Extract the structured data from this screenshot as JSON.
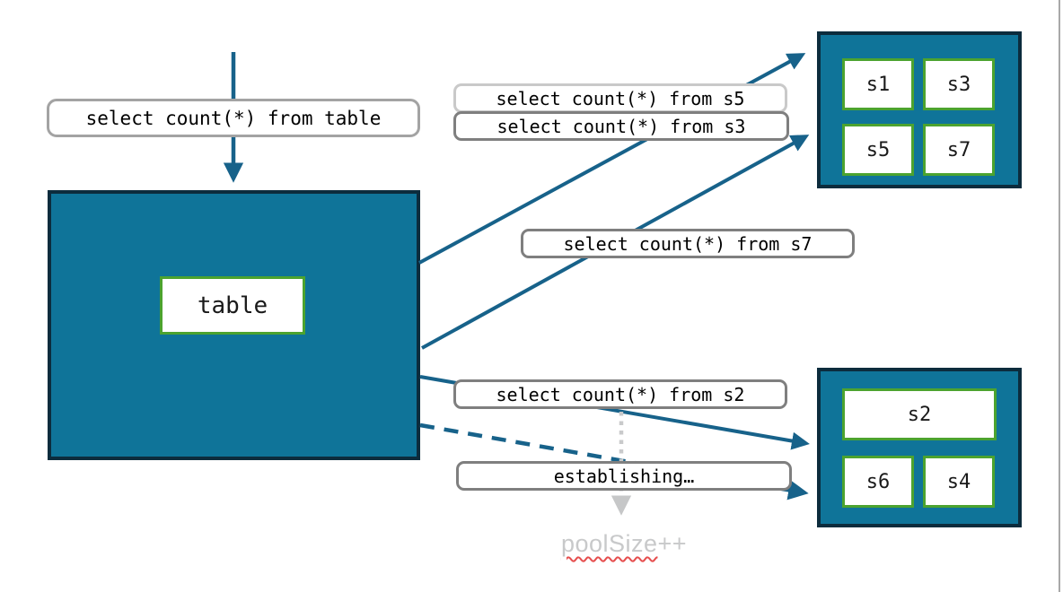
{
  "colors": {
    "pool_fill": "#0F7499",
    "pool_border": "#0C2C3D",
    "shard_border": "#4CA32F",
    "arrow_blue": "#17628A",
    "label_border_dark": "#7F7F7F",
    "label_border_medium": "#A3A3A3",
    "label_border_light": "#C9C9C9",
    "muted_gray": "#C8C9CA",
    "spellcheck_red": "#E64E4E"
  },
  "query_labels": {
    "table": "select count(*) from table",
    "s5": "select count(*) from s5",
    "s3": "select count(*) from s3",
    "s7": "select count(*) from s7",
    "s2": "select count(*) from s2",
    "establishing": "establishing…"
  },
  "table_box": {
    "label": "table"
  },
  "pools": {
    "top": {
      "shards": [
        "s1",
        "s3",
        "s5",
        "s7"
      ]
    },
    "bottom": {
      "shards": [
        "s2",
        "s6",
        "s4"
      ]
    }
  },
  "annotations": {
    "pool_size_word": "poolSize",
    "pool_size_operator": "++"
  }
}
